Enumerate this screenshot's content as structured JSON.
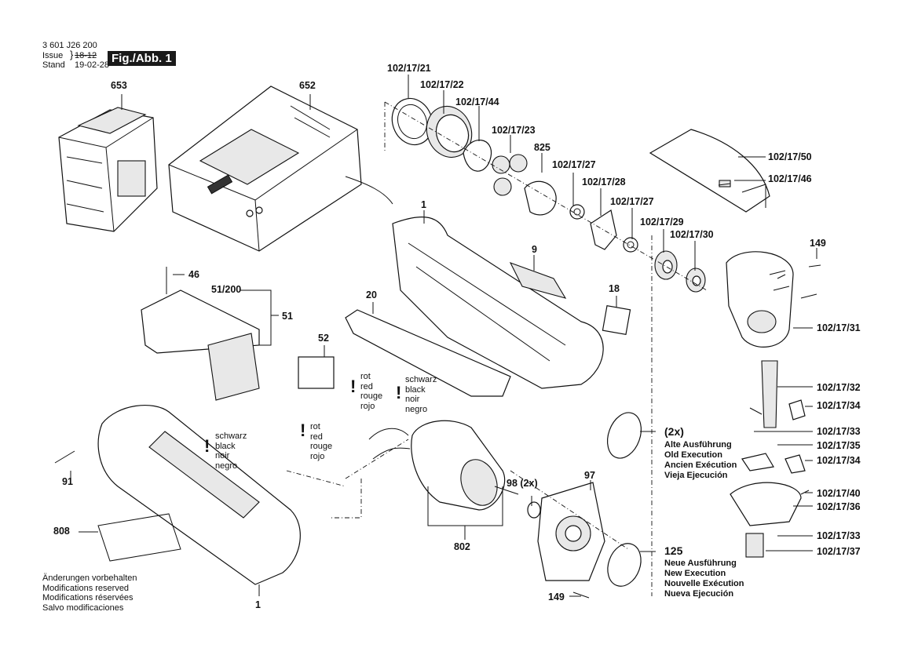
{
  "header": {
    "doc_number": "3 601 J26 200",
    "issue_label": "Issue",
    "issue_value": "18-12",
    "stand_label": "Stand",
    "stand_value": "19-02-28",
    "figure_label": "Fig./Abb. 1"
  },
  "parts": {
    "p653": "653",
    "p652": "652",
    "p102_17_21": "102/17/21",
    "p102_17_22": "102/17/22",
    "p102_17_44": "102/17/44",
    "p102_17_23": "102/17/23",
    "p825": "825",
    "p102_17_27a": "102/17/27",
    "p102_17_28": "102/17/28",
    "p102_17_27b": "102/17/27",
    "p102_17_29": "102/17/29",
    "p102_17_30": "102/17/30",
    "p102_17_50": "102/17/50",
    "p102_17_46": "102/17/46",
    "p1_top": "1",
    "p9": "9",
    "p149_top": "149",
    "p46": "46",
    "p51_200": "51/200",
    "p51": "51",
    "p20": "20",
    "p18": "18",
    "p102_17_31": "102/17/31",
    "p52": "52",
    "p102_17_32": "102/17/32",
    "p102_17_34a": "102/17/34",
    "p102_17_33a": "102/17/33",
    "p102_17_35": "102/17/35",
    "p102_17_34b": "102/17/34",
    "p102_17_40": "102/17/40",
    "p102_17_36": "102/17/36",
    "p102_17_33b": "102/17/33",
    "p102_17_37": "102/17/37",
    "p91": "91",
    "p808": "808",
    "p1_bottom": "1",
    "p802": "802",
    "p98": "98 (2x)",
    "p97": "97",
    "p125": "125",
    "p149_bottom": "149",
    "p2x": "(2x)"
  },
  "wire_notes": {
    "red": [
      "rot",
      "red",
      "rouge",
      "rojo"
    ],
    "black": [
      "schwarz",
      "black",
      "noir",
      "negro"
    ],
    "warning_glyph": "!"
  },
  "execution_notes": {
    "old": [
      "Alte Ausführung",
      "Old Execution",
      "Ancien Exécution",
      "Vieja Ejecución"
    ],
    "new": [
      "Neue Ausführung",
      "New Execution",
      "Nouvelle Exécution",
      "Nueva Ejecución"
    ]
  },
  "footer": [
    "Änderungen vorbehalten",
    "Modifications reserved",
    "Modifications réservées",
    "Salvo modificaciones"
  ]
}
